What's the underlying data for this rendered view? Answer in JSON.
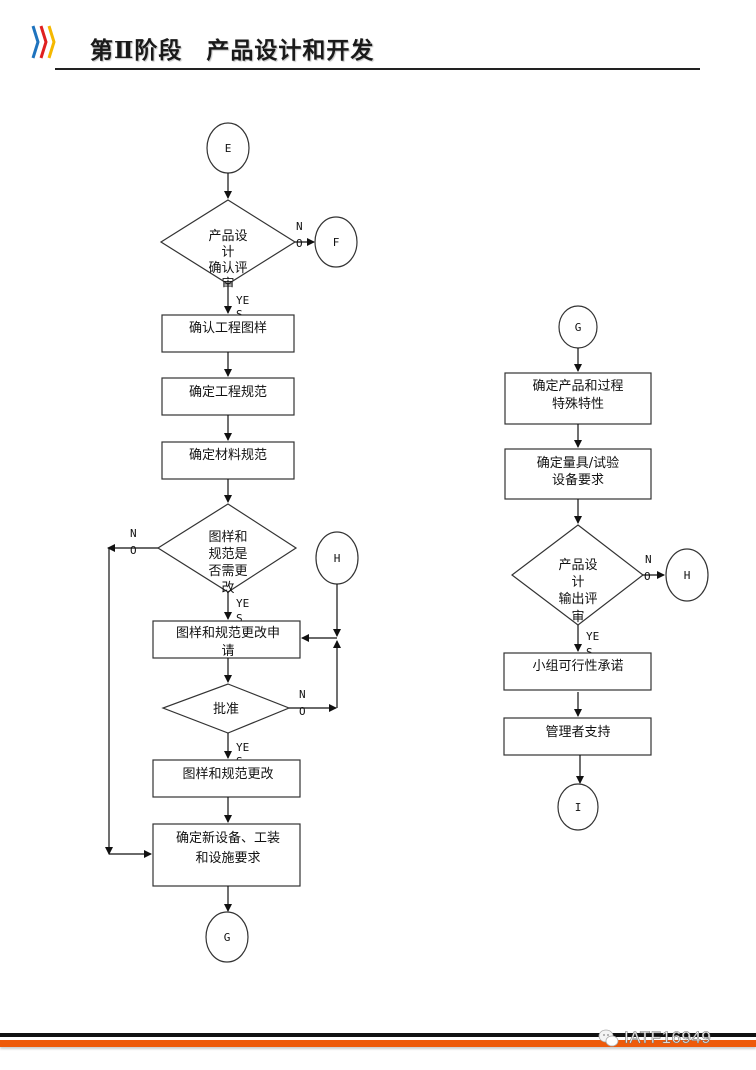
{
  "header": {
    "title": "第Ⅱ阶段　产品设计和开发",
    "logo_colors": [
      "#1e73be",
      "#e02020",
      "#f5b800"
    ]
  },
  "footer": {
    "brand": "IATF16949",
    "icon": "wechat-icon",
    "colors": {
      "black_bar": "#111111",
      "orange_bar": "#ee5a0a"
    }
  },
  "flowchart": {
    "left": {
      "connector_start": "E",
      "decision_design_review": {
        "lines": [
          "产品设",
          "计",
          "确认评",
          "审"
        ],
        "no": [
          "N",
          "O"
        ],
        "yes": [
          "YE",
          "S"
        ]
      },
      "connector_f": "F",
      "step_confirm_drawings": "确认工程图样",
      "step_define_eng_spec": "确定工程规范",
      "step_define_material_spec": "确定材料规范",
      "decision_change_needed": {
        "lines": [
          "图样和",
          "规范是",
          "否需更",
          "改"
        ],
        "no": [
          "N",
          "O"
        ],
        "yes": [
          "YE",
          "S"
        ]
      },
      "connector_h": "H",
      "step_change_request": [
        "图样和规范更改申",
        "请"
      ],
      "decision_approve": {
        "label": "批准",
        "no": [
          "N",
          "O"
        ],
        "yes": [
          "YE",
          "S"
        ]
      },
      "step_change": "图样和规范更改",
      "step_new_equipment": [
        "确定新设备、工装",
        "和设施要求"
      ],
      "connector_end": "G"
    },
    "right": {
      "connector_start": "G",
      "step_special_chars": [
        "确定产品和过程",
        "特殊特性"
      ],
      "step_gauges": [
        "确定量具/试验",
        "设备要求"
      ],
      "decision_output_review": {
        "lines": [
          "产品设",
          "计",
          "输出评",
          "审"
        ],
        "no": [
          "N",
          "O"
        ],
        "yes": [
          "YE",
          "S"
        ]
      },
      "connector_h": "H",
      "step_feasibility": "小组可行性承诺",
      "step_management": "管理者支持",
      "connector_end": "I"
    }
  }
}
